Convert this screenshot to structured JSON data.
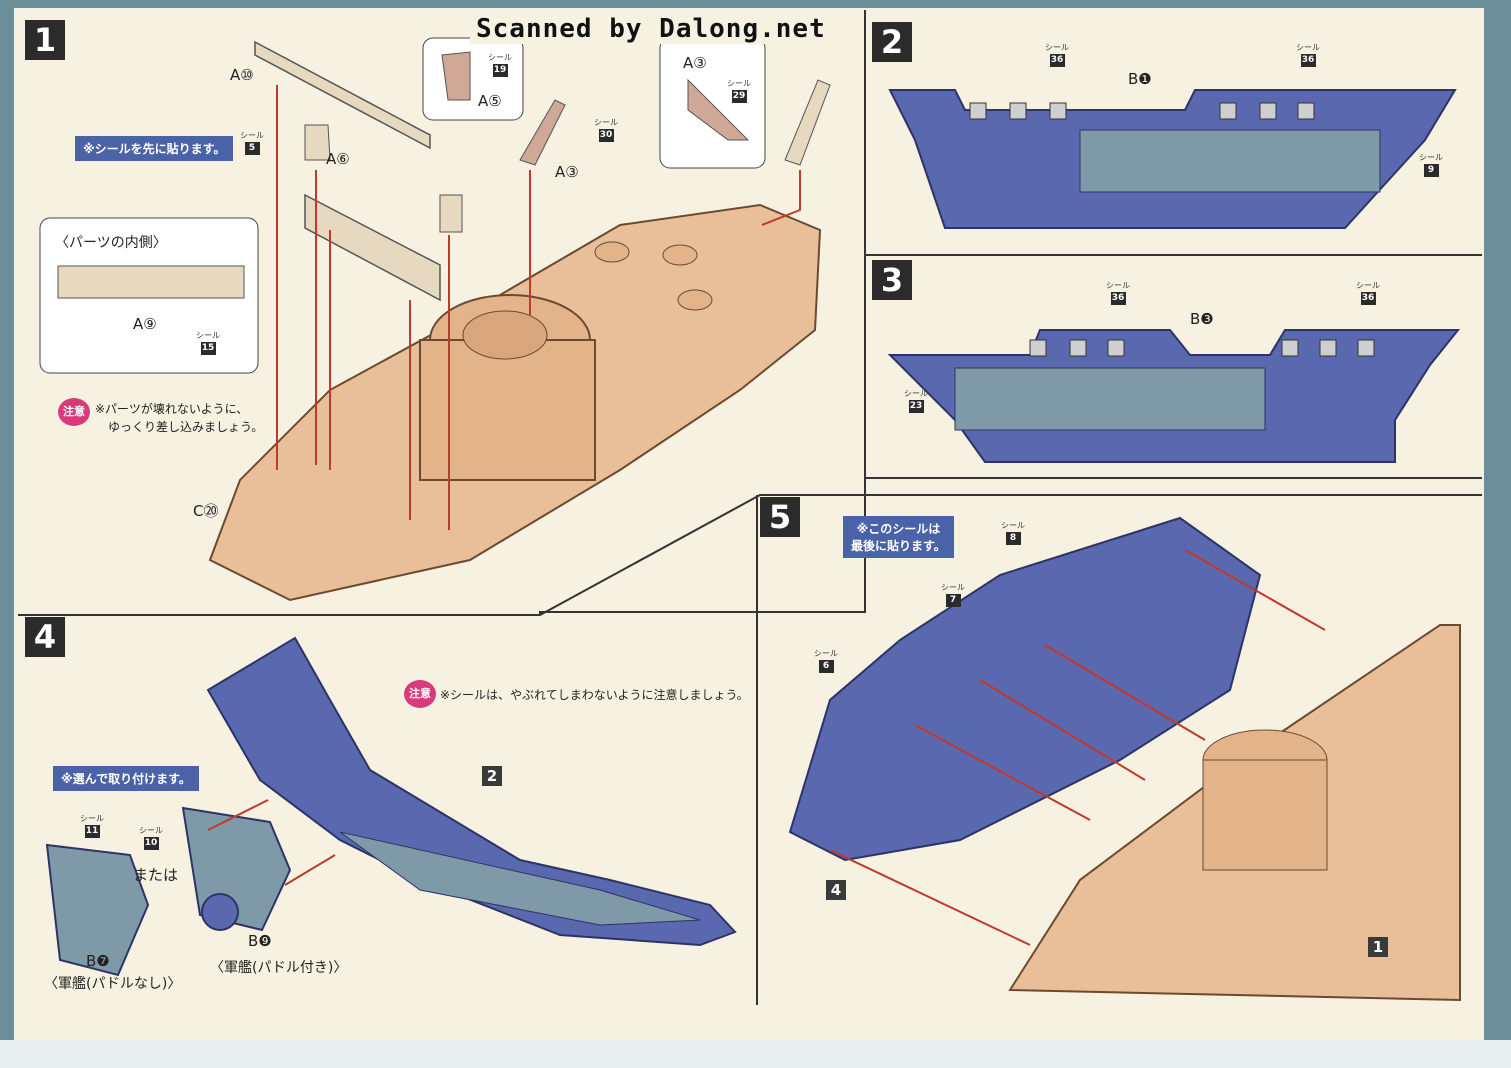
{
  "header": {
    "watermark": "Scanned by Dalong.net"
  },
  "steps": [
    "1",
    "2",
    "3",
    "4",
    "5"
  ],
  "seal_word": "シール",
  "step1": {
    "note_first": "※シールを先に貼ります。",
    "inside_title": "〈パーツの内側〉",
    "caution_label": "注意",
    "caution_line1": "※パーツが壊れないように、",
    "caution_line2": "ゆっくり差し込みましょう。",
    "parts": [
      "A⑩",
      "A⑥",
      "A⑤",
      "A③",
      "A③",
      "A⑨",
      "C⑳"
    ],
    "seals": [
      "5",
      "19",
      "30",
      "29",
      "15"
    ]
  },
  "step2": {
    "part": "B❶",
    "seals": [
      "36",
      "36",
      "9"
    ]
  },
  "step3": {
    "part": "B❸",
    "seals": [
      "36",
      "36",
      "23"
    ]
  },
  "step4": {
    "caution_label": "注意",
    "caution_text": "※シールは、やぶれてしまわないように注意しましょう。",
    "note_choose": "※選んで取り付けます。",
    "or_text": "または",
    "ref": "2",
    "seals": [
      "11",
      "10"
    ],
    "option_a_part": "B❼",
    "option_a_caption": "〈軍艦(パドルなし)〉",
    "option_b_part": "B❾",
    "option_b_caption": "〈軍艦(パドル付き)〉"
  },
  "step5": {
    "note_last_line1": "※このシールは",
    "note_last_line2": "最後に貼ります。",
    "seals": [
      "8",
      "7",
      "6"
    ],
    "refs": [
      "4",
      "1"
    ]
  },
  "colors": {
    "deck": "#e8bf98",
    "hull": "#5a68b0",
    "arrow": "#c0392b"
  }
}
